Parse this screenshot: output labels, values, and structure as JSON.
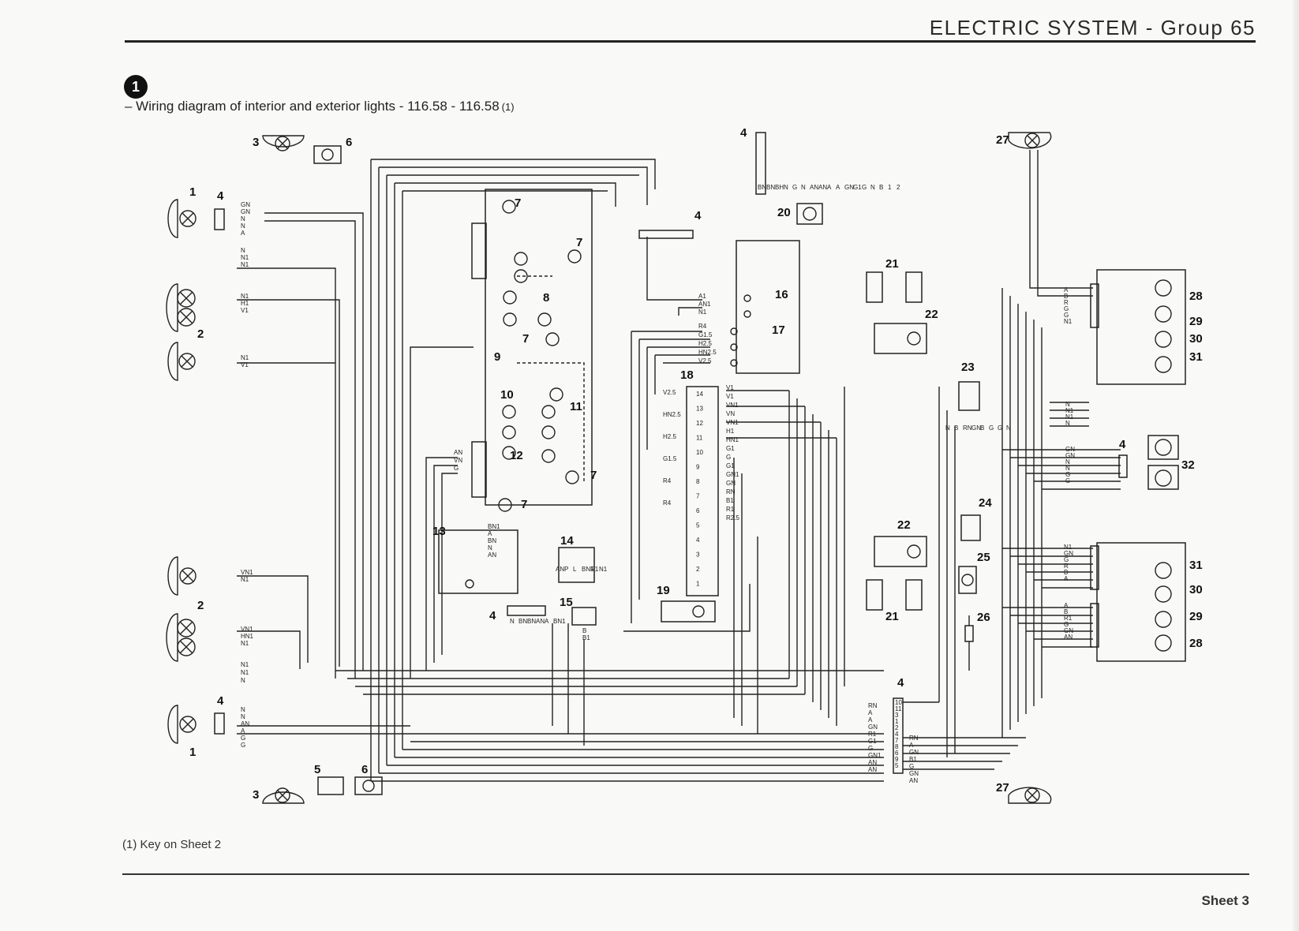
{
  "header": {
    "title": "ELECTRIC SYSTEM - Group 65"
  },
  "figure": {
    "badge": "1",
    "caption": "– Wiring diagram of interior and exterior lights - 116.58 - 116.58",
    "caption_note": "(1)"
  },
  "footer": {
    "footnote": "(1) Key on Sheet 2",
    "sheet": "Sheet 3"
  },
  "diagram": {
    "components": [
      {
        "id": "c1a",
        "label": "1"
      },
      {
        "id": "c1b",
        "label": "1"
      },
      {
        "id": "c2a",
        "label": "2"
      },
      {
        "id": "c2b",
        "label": "2"
      },
      {
        "id": "c3a",
        "label": "3"
      },
      {
        "id": "c3b",
        "label": "3"
      },
      {
        "id": "c4a",
        "label": "4"
      },
      {
        "id": "c4b",
        "label": "4"
      },
      {
        "id": "c4c",
        "label": "4"
      },
      {
        "id": "c4d",
        "label": "4"
      },
      {
        "id": "c4e",
        "label": "4"
      },
      {
        "id": "c4f",
        "label": "4"
      },
      {
        "id": "c4g",
        "label": "4"
      },
      {
        "id": "c5",
        "label": "5"
      },
      {
        "id": "c6a",
        "label": "6"
      },
      {
        "id": "c6b",
        "label": "6"
      },
      {
        "id": "c7a",
        "label": "7"
      },
      {
        "id": "c7b",
        "label": "7"
      },
      {
        "id": "c7c",
        "label": "7"
      },
      {
        "id": "c7d",
        "label": "7"
      },
      {
        "id": "c7e",
        "label": "7"
      },
      {
        "id": "c8",
        "label": "8"
      },
      {
        "id": "c9",
        "label": "9"
      },
      {
        "id": "c10",
        "label": "10"
      },
      {
        "id": "c11",
        "label": "11"
      },
      {
        "id": "c12",
        "label": "12"
      },
      {
        "id": "c13",
        "label": "13"
      },
      {
        "id": "c14",
        "label": "14"
      },
      {
        "id": "c15",
        "label": "15"
      },
      {
        "id": "c16",
        "label": "16"
      },
      {
        "id": "c17",
        "label": "17"
      },
      {
        "id": "c18",
        "label": "18"
      },
      {
        "id": "c19",
        "label": "19"
      },
      {
        "id": "c20",
        "label": "20"
      },
      {
        "id": "c21a",
        "label": "21"
      },
      {
        "id": "c21b",
        "label": "21"
      },
      {
        "id": "c22a",
        "label": "22"
      },
      {
        "id": "c22b",
        "label": "22"
      },
      {
        "id": "c23",
        "label": "23"
      },
      {
        "id": "c24",
        "label": "24"
      },
      {
        "id": "c25",
        "label": "25"
      },
      {
        "id": "c26",
        "label": "26"
      },
      {
        "id": "c27a",
        "label": "27"
      },
      {
        "id": "c27b",
        "label": "27"
      },
      {
        "id": "c28a",
        "label": "28"
      },
      {
        "id": "c28b",
        "label": "28"
      },
      {
        "id": "c29a",
        "label": "29"
      },
      {
        "id": "c29b",
        "label": "29"
      },
      {
        "id": "c30a",
        "label": "30"
      },
      {
        "id": "c30b",
        "label": "30"
      },
      {
        "id": "c31a",
        "label": "31"
      },
      {
        "id": "c31b",
        "label": "31"
      },
      {
        "id": "c32",
        "label": "32"
      }
    ],
    "wire_codes": {
      "lamp1_top": [
        "GN",
        "GN",
        "N",
        "N",
        "A"
      ],
      "lamp_n_top": [
        "N",
        "N1",
        "N1"
      ],
      "lamp2_top": [
        "N1",
        "H1",
        "V1"
      ],
      "lamp2b_top": [
        "N1",
        "V1"
      ],
      "lamp2_bottom": [
        "VN1",
        "N1"
      ],
      "lamp2b_bottom": [
        "VN1",
        "HN1",
        "N1"
      ],
      "lamp_n_bottom": [
        "N1",
        "N1",
        "N"
      ],
      "lamp1_bottom": [
        "N",
        "N",
        "AN",
        "A",
        "G",
        "G"
      ],
      "switch16": [
        "A1",
        "AN1",
        "N1"
      ],
      "switch17": [
        "R4",
        "G1.5",
        "H2.5",
        "HN2.5",
        "V2.5"
      ],
      "fusebox_left": [
        "V2.5",
        "HN2.5",
        "H2.5",
        "G1.5",
        "R4",
        "R4"
      ],
      "fusebox_right": [
        "V1",
        "V1",
        "VN1",
        "VN",
        "VN1",
        "H1",
        "HN1",
        "G1",
        "G",
        "G1",
        "GN1",
        "GN",
        "RN",
        "B1",
        "R1",
        "R2.5"
      ],
      "fuses": [
        "14",
        "13",
        "12",
        "11",
        "10",
        "9",
        "8",
        "7",
        "6",
        "5",
        "4",
        "3",
        "2",
        "1"
      ],
      "dash_left": [
        "AN",
        "VN",
        "G"
      ],
      "relay13": [
        "BN1",
        "A",
        "BN",
        "N",
        "AN"
      ],
      "conn4_bottom": [
        "N",
        "BN",
        "BN",
        "AN",
        "A",
        "BN1"
      ],
      "relay14": [
        "AN",
        "P",
        "L",
        "BN1",
        "R1",
        "N1"
      ],
      "switch15": [
        "B",
        "B1"
      ],
      "rear_lamps_top": [
        "A",
        "B",
        "R",
        "G",
        "G",
        "N1"
      ],
      "rear_lamps_bottom": [
        "N1",
        "GN",
        "G",
        "R",
        "B",
        "A"
      ],
      "rear_lamps_bottom2": [
        "A",
        "B",
        "R1",
        "G",
        "GN",
        "AN"
      ],
      "plate32": [
        "GN",
        "GN",
        "N",
        "N",
        "G",
        "G"
      ],
      "ground_right": [
        "N",
        "N1",
        "N1",
        "N"
      ],
      "center_conn_left": [
        "RN",
        "A",
        "A",
        "GN",
        "R1",
        "G1",
        "G",
        "GN1",
        "AN",
        "AN"
      ],
      "center_conn_right": [
        "RN",
        "A",
        "GN",
        "B1",
        "G",
        "GN",
        "AN"
      ],
      "center_conn_pins": [
        "10",
        "11",
        "3",
        "1",
        "2",
        "4",
        "7",
        "8",
        "6",
        "9",
        "5"
      ],
      "door_switch": [
        "N",
        "B",
        "RN",
        "GN",
        "B",
        "G",
        "G",
        "N"
      ],
      "other": [
        "BN",
        "BN",
        "BH",
        "N",
        "G",
        "N",
        "AN",
        "AN",
        "A",
        "A",
        "GN",
        "G1",
        "G",
        "N",
        "B",
        "1",
        "2"
      ]
    }
  }
}
